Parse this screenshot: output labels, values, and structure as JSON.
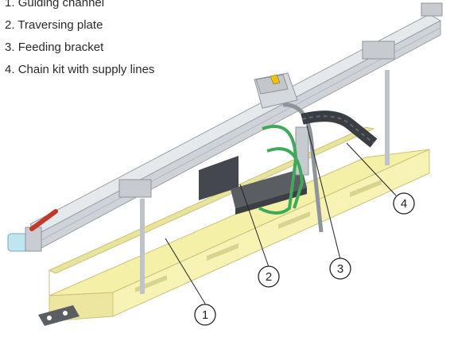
{
  "legend": [
    {
      "number": "1",
      "text": "Guiding channel"
    },
    {
      "number": "2",
      "text": "Traversing plate"
    },
    {
      "number": "3",
      "text": "Feeding bracket"
    },
    {
      "number": "4",
      "text": "Chain kit with supply lines"
    }
  ],
  "callouts": [
    {
      "number": "1",
      "target": "guiding-channel"
    },
    {
      "number": "2",
      "target": "traversing-plate"
    },
    {
      "number": "3",
      "target": "feeding-bracket"
    },
    {
      "number": "4",
      "target": "chain-kit"
    }
  ],
  "colors": {
    "channel": "#f4f0a8",
    "channel_edge": "#c9c27a",
    "rail": "#d7dbe0",
    "rail_dark": "#9aa1a8",
    "bracket": "#bfc3c8",
    "chain": "#3a3d42",
    "cable": "#3fa85a",
    "plate": "#44474d",
    "valve": "#c0392b",
    "callout_stroke": "#222222",
    "text": "#2a2a2a"
  }
}
